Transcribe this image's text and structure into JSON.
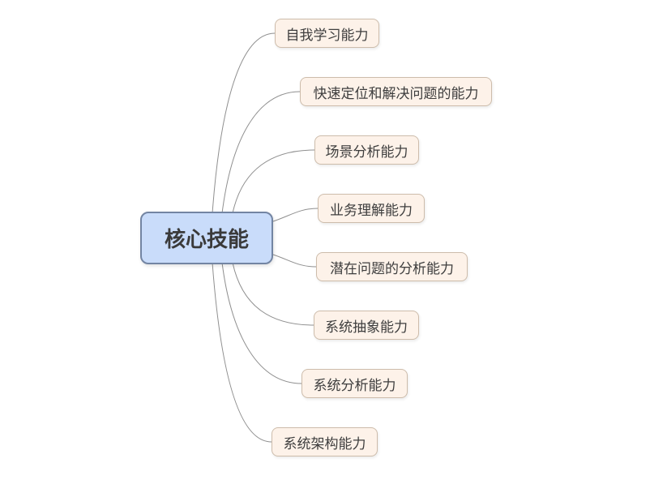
{
  "diagram": {
    "type": "mindmap",
    "background_color": "#ffffff",
    "connector_color": "#8f8f8f",
    "root": {
      "label": "核心技能",
      "fill_color": "#c9dcfa",
      "border_color": "#7385a3",
      "text_color": "#3a3a3a"
    },
    "children": [
      {
        "label": "自我学习能力"
      },
      {
        "label": "快速定位和解决问题的能力"
      },
      {
        "label": "场景分析能力"
      },
      {
        "label": "业务理解能力"
      },
      {
        "label": "潜在问题的分析能力"
      },
      {
        "label": "系统抽象能力"
      },
      {
        "label": "系统分析能力"
      },
      {
        "label": "系统架构能力"
      }
    ],
    "child_style": {
      "fill_color": "#fdf2e9",
      "border_color": "#cdbcab",
      "text_color": "#3e3e3e"
    }
  }
}
